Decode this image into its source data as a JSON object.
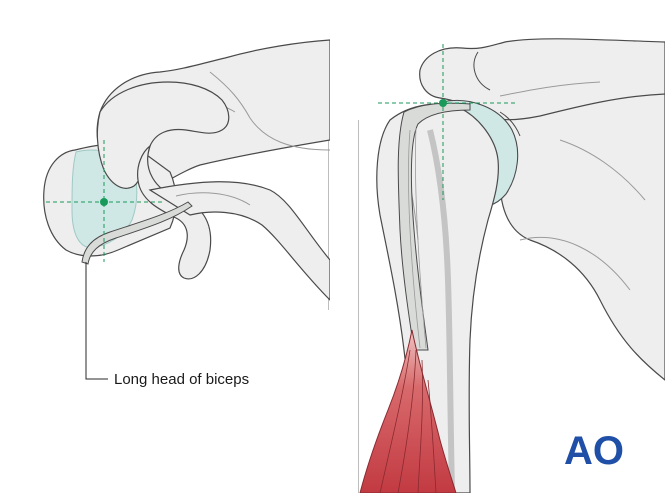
{
  "labels": {
    "biceps_label": "Long head of biceps"
  },
  "logo": {
    "text": "AO",
    "color": "#1f4fa6"
  },
  "colors": {
    "bone_fill": "#eeeeee",
    "bone_stroke": "#4a4a4a",
    "cartilage_fill": "#cfe8e6",
    "tendon_fill": "#d9dbd9",
    "muscle_fill": "#c9434a",
    "muscle_light": "#e8a0a0",
    "marker_green": "#1a9a5a",
    "panel_border": "#bdbdbd"
  },
  "panels": {
    "left": "superior-view",
    "right": "anterior-view"
  }
}
